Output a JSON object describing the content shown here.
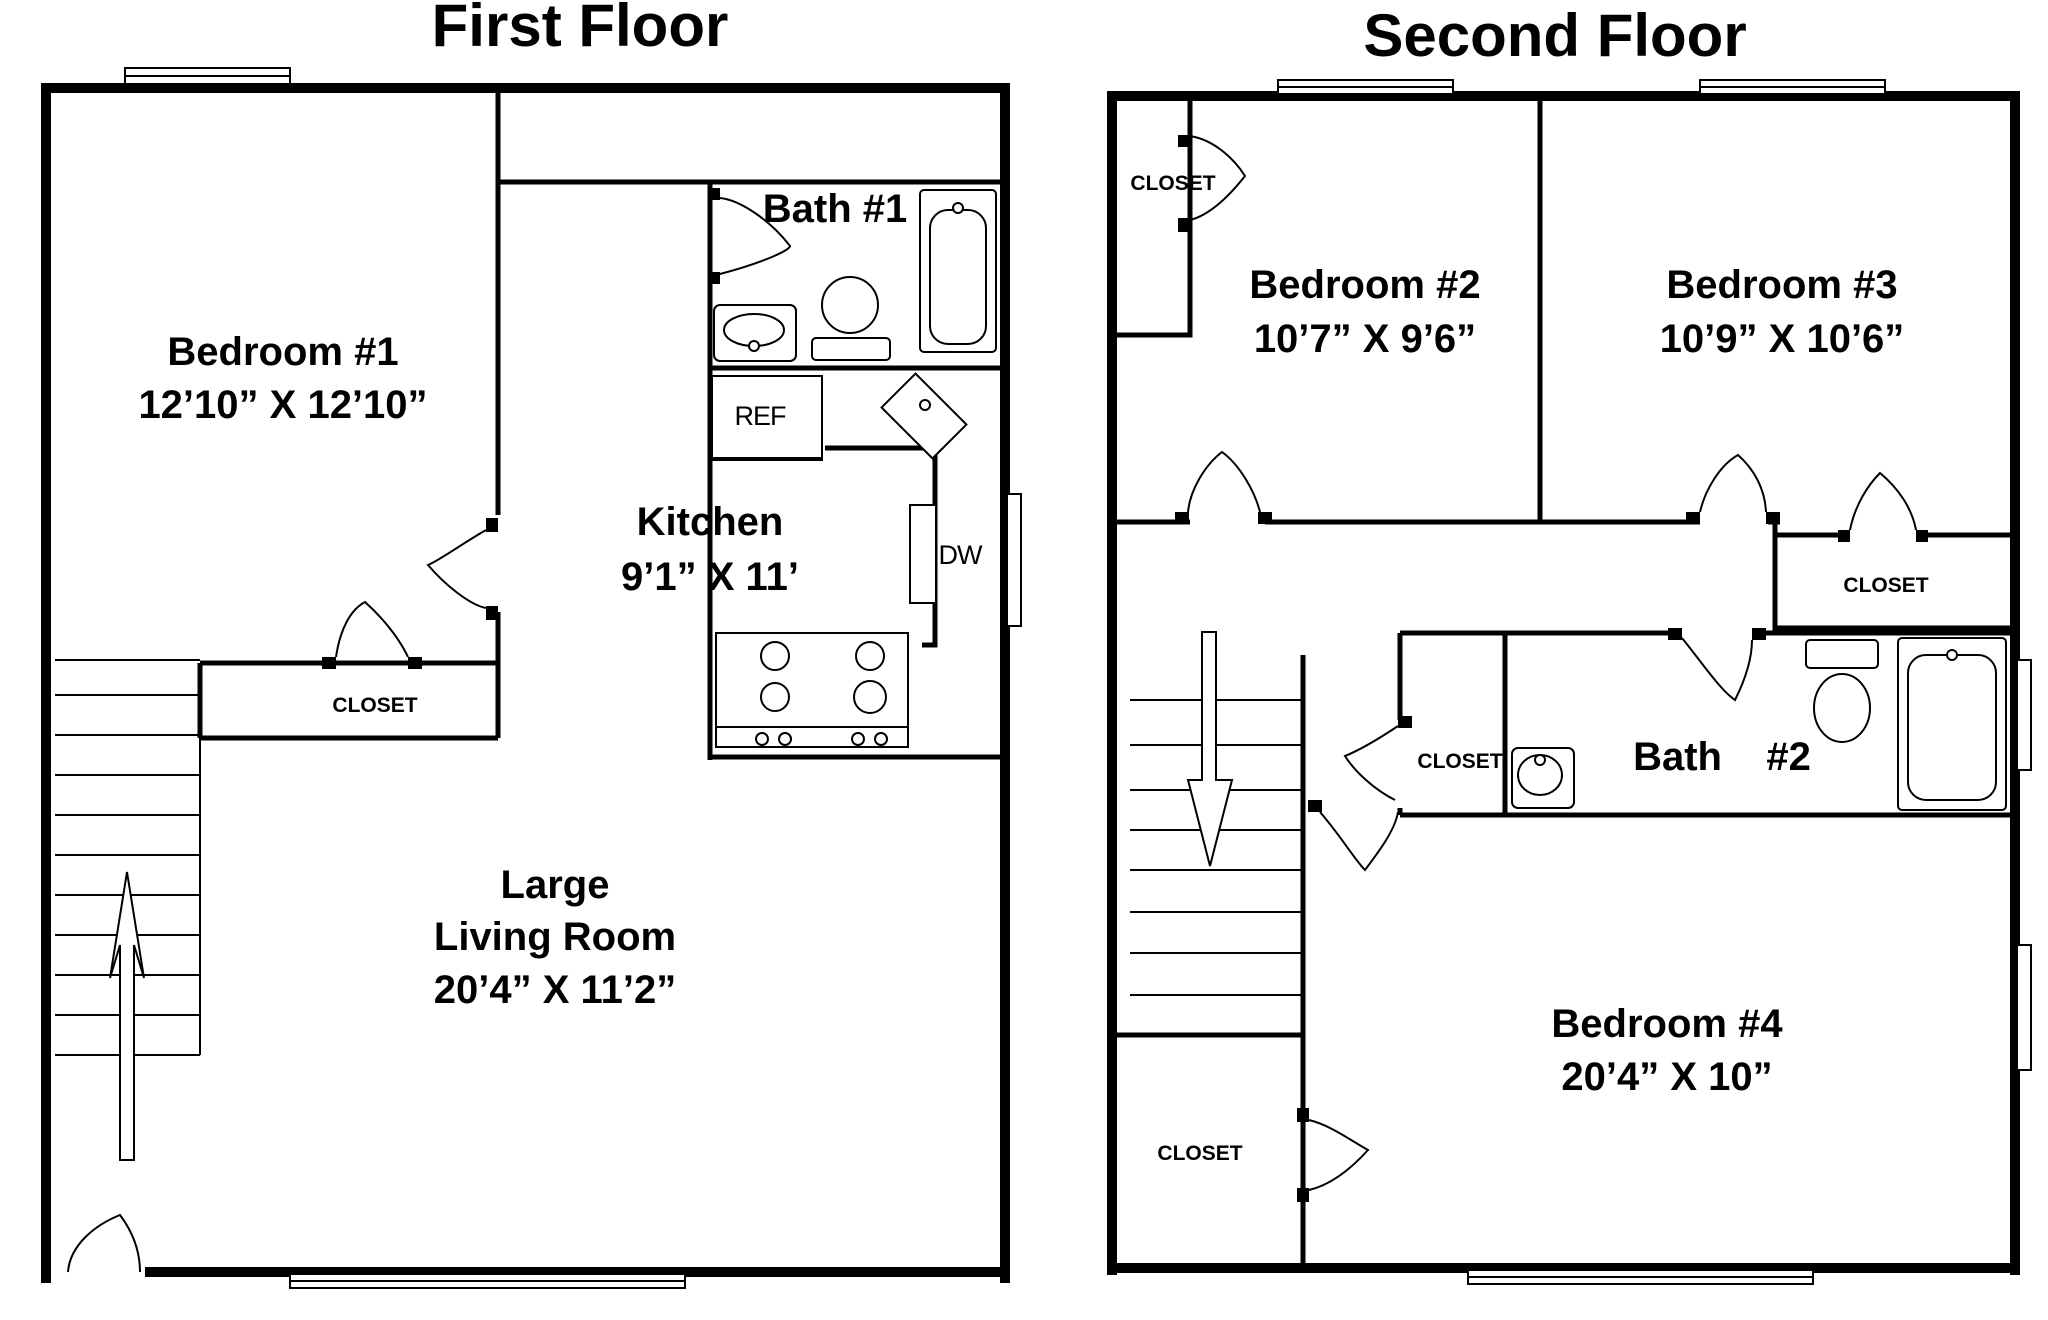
{
  "first_floor": {
    "title": "First Floor",
    "bedroom1": {
      "name": "Bedroom #1",
      "size": "12’10” X 12’10”"
    },
    "bath1": {
      "name": "Bath #1"
    },
    "kitchen": {
      "name": "Kitchen",
      "size": "9’1” X 11’"
    },
    "living": {
      "line1": "Large",
      "line2": "Living Room",
      "size": "20’4” X  11’2”"
    },
    "closet": "CLOSET",
    "ref": "REF",
    "dw": "DW"
  },
  "second_floor": {
    "title": "Second Floor",
    "bedroom2": {
      "name": "Bedroom #2",
      "size": "10’7” X 9’6”"
    },
    "bedroom3": {
      "name": "Bedroom #3",
      "size": "10’9” X 10’6”"
    },
    "bath2": {
      "name": "Bath    #2"
    },
    "bedroom4": {
      "name": "Bedroom #4",
      "size": "20’4” X 10”"
    },
    "closet_a": "CLOSET",
    "closet_b": "CLOSET",
    "closet_c": "CLOSET",
    "closet_d": "CLOSET"
  }
}
